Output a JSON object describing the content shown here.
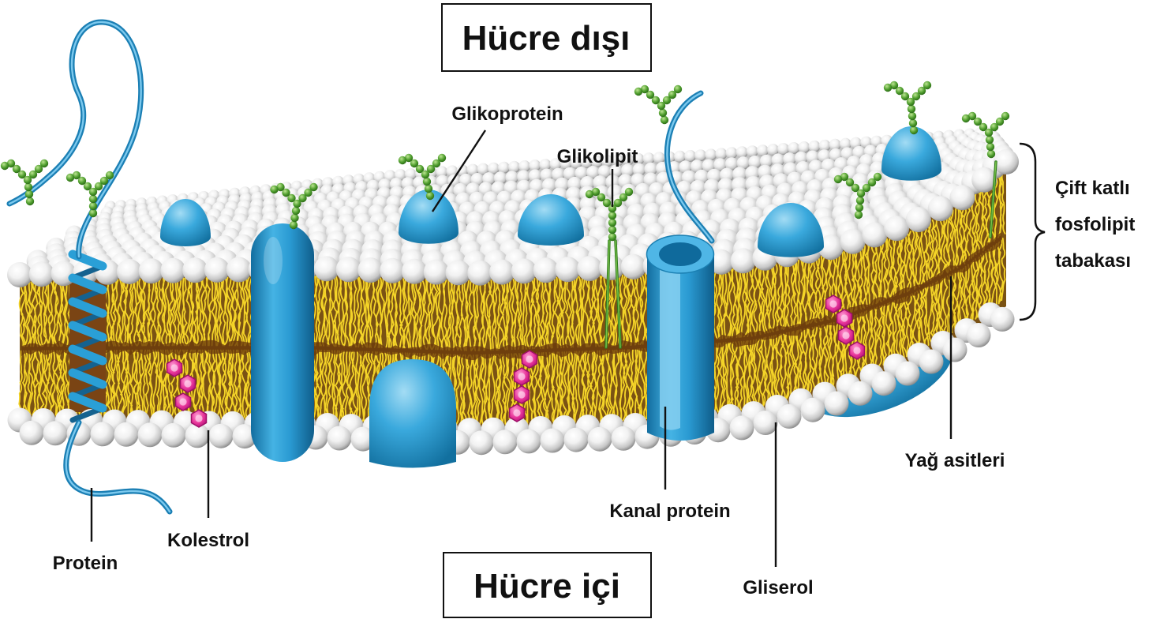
{
  "diagram": {
    "outside_label": "Hücre dışı",
    "inside_label": "Hücre içi"
  },
  "labels": {
    "glycoprotein": "Glikoprotein",
    "glycolipid": "Glikolipit",
    "bilayer": [
      "Çift katlı",
      "fosfolipit",
      "tabakası"
    ],
    "fatty_acids": "Yağ asitleri",
    "channel_protein": "Kanal protein",
    "glycerol": "Gliserol",
    "cholesterol": "Kolestrol",
    "protein": "Protein"
  },
  "colors": {
    "protein": "#2a9fd6",
    "fatty_acid_tail": "#f4d428",
    "membrane_core": "#7a5214",
    "phospholipid_head": "#ffffff",
    "cholesterol": "#e8369a",
    "sugar_chain": "#4f9e2e"
  }
}
